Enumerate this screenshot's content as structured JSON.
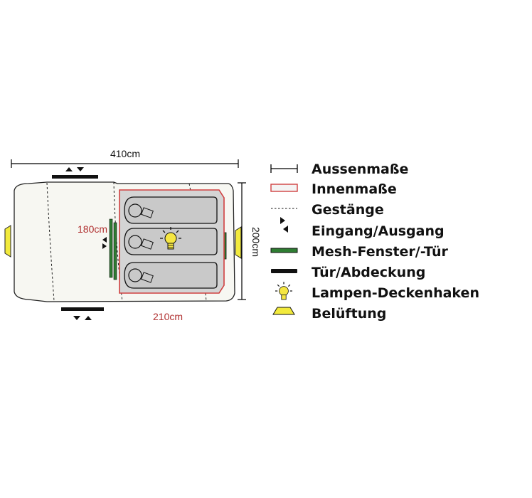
{
  "dimensions": {
    "outer_length": "410cm",
    "outer_width": "200cm",
    "inner_length": "210cm",
    "inner_width": "180cm"
  },
  "legend": [
    {
      "icon": "dimension-line-icon",
      "label": "Aussenmaße"
    },
    {
      "icon": "red-outline-rect-icon",
      "label": "Innenmaße"
    },
    {
      "icon": "dashed-line-icon",
      "label": "Gestänge"
    },
    {
      "icon": "entrance-arrows-icon",
      "label": "Eingang/Ausgang"
    },
    {
      "icon": "green-bar-icon",
      "label": "Mesh-Fenster/-Tür"
    },
    {
      "icon": "black-bar-icon",
      "label": "Tür/Abdeckung"
    },
    {
      "icon": "lamp-bulb-icon",
      "label": "Lampen-Deckenhaken"
    },
    {
      "icon": "ventilation-trapezoid-icon",
      "label": "Belüftung"
    }
  ],
  "colors": {
    "inner_outline": "#d04040",
    "inner_label": "#b03030",
    "mesh": "#2e7d32",
    "vent": "#f2ea3c",
    "lamp": "#f5e642",
    "tent_fill": "#f7f7f2",
    "inner_fill": "#d4d4d4"
  }
}
